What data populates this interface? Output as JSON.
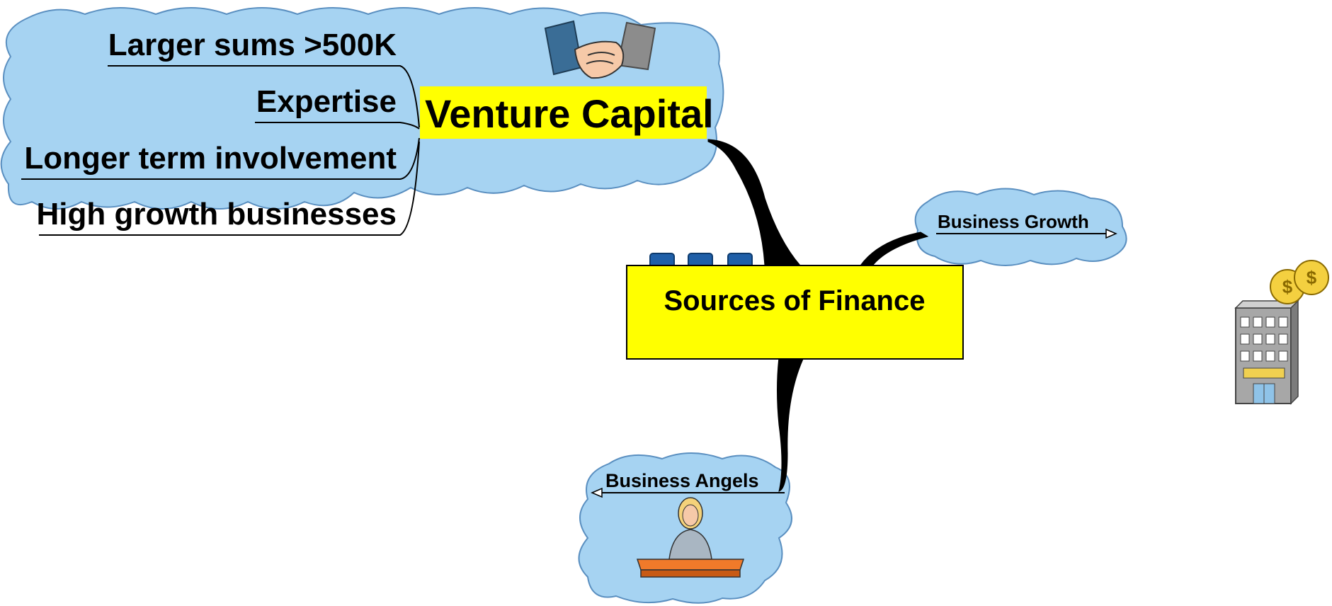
{
  "central_topic": {
    "label": "Sources of Finance",
    "fill": "#ffff00",
    "tab_color": "#1f5fa8"
  },
  "branches": {
    "venture_capital": {
      "label": "Venture Capital",
      "label_fill": "#ffff00",
      "cloud_fill": "#a6d3f2",
      "points": [
        "Larger sums >500K",
        "Expertise",
        "Longer term involvement",
        "High growth businesses"
      ],
      "icon": "handshake-icon"
    },
    "business_growth": {
      "label": "Business Growth",
      "cloud_fill": "#a6d3f2",
      "icon": "bank-building-icon"
    },
    "business_angels": {
      "label": "Business Angels",
      "cloud_fill": "#a6d3f2",
      "icon": "person-at-desk-icon"
    }
  },
  "colors": {
    "connector": "#000000",
    "outline": "#5a8fc0"
  }
}
